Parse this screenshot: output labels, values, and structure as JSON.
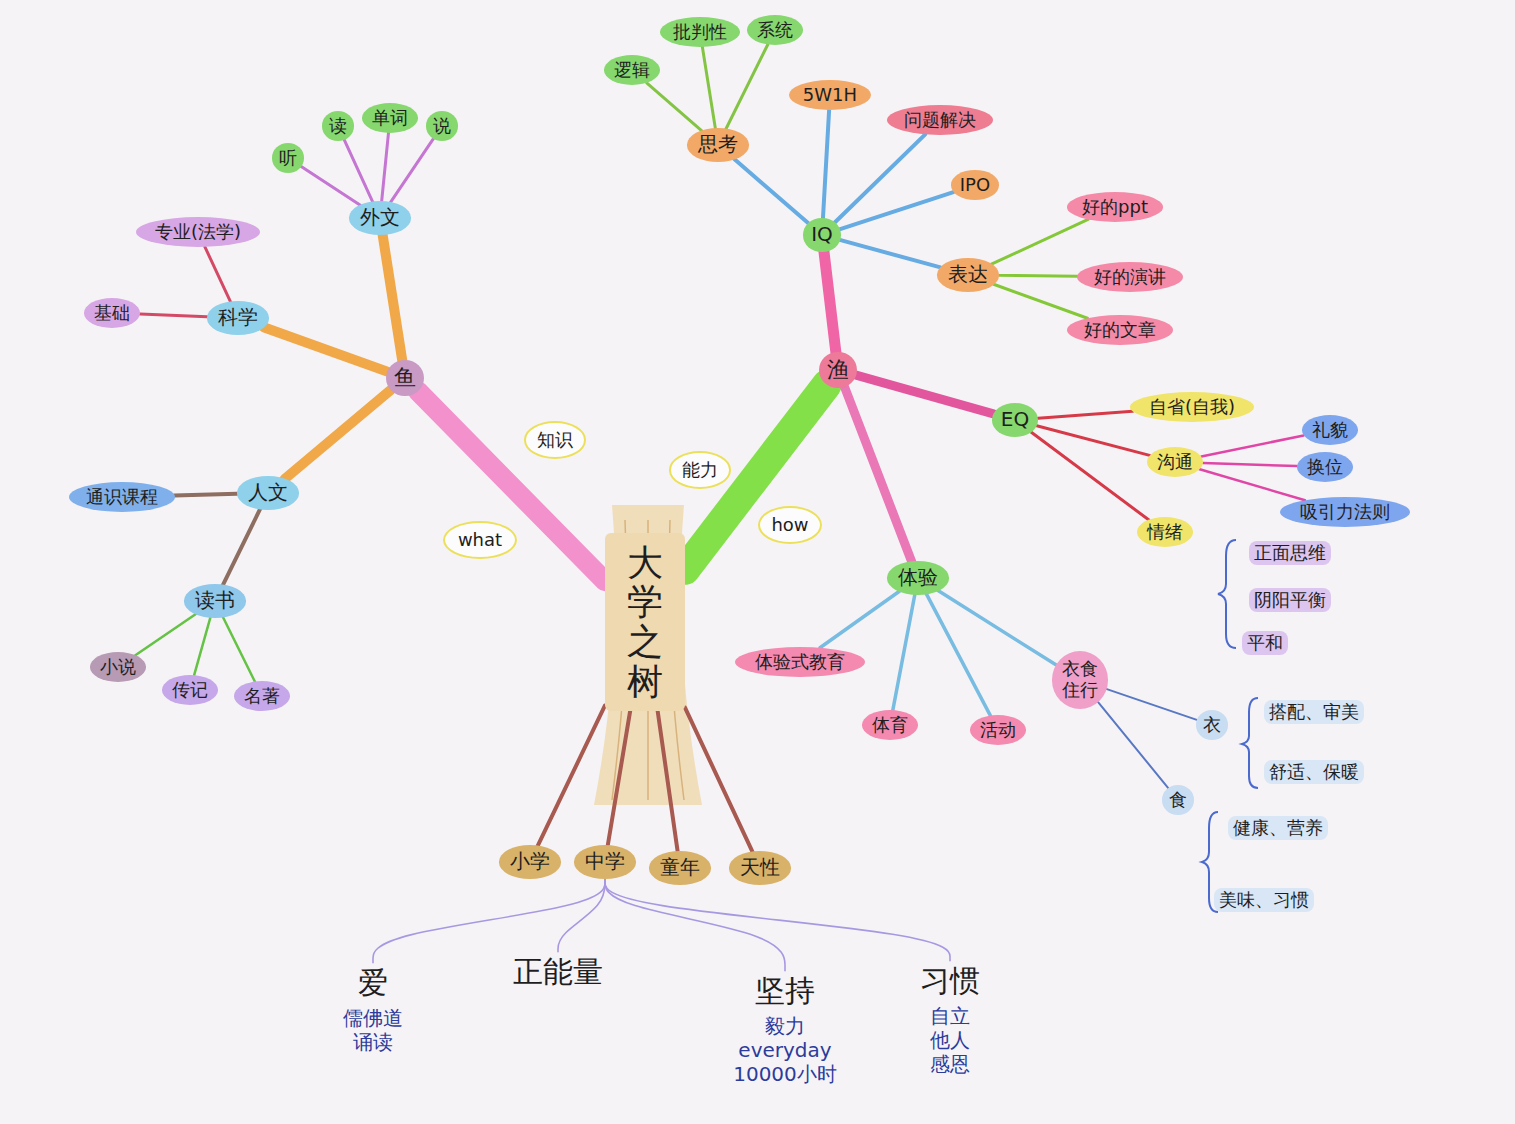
{
  "diagram": {
    "nodes": [
      {
        "text": [
          "大学之树"
        ]
      },
      {
        "text": [
          "鱼"
        ]
      },
      {
        "text": [
          "外文"
        ]
      },
      {
        "text": [
          "听"
        ]
      },
      {
        "text": [
          "读"
        ]
      },
      {
        "text": [
          "单词"
        ]
      },
      {
        "text": [
          "说"
        ]
      },
      {
        "text": [
          "科学"
        ]
      },
      {
        "text": [
          "专业(法学)"
        ]
      },
      {
        "text": [
          "基础"
        ]
      },
      {
        "text": [
          "人文"
        ]
      },
      {
        "text": [
          "通识课程"
        ]
      },
      {
        "text": [
          "读书"
        ]
      },
      {
        "text": [
          "小说"
        ]
      },
      {
        "text": [
          "传记"
        ]
      },
      {
        "text": [
          "名著"
        ]
      },
      {
        "text": [
          "知识"
        ]
      },
      {
        "text": [
          "what"
        ]
      },
      {
        "text": [
          "能力"
        ]
      },
      {
        "text": [
          "how"
        ]
      },
      {
        "text": [
          "渔"
        ]
      },
      {
        "text": [
          "IQ"
        ]
      },
      {
        "text": [
          "思考"
        ]
      },
      {
        "text": [
          "逻辑"
        ]
      },
      {
        "text": [
          "批判性"
        ]
      },
      {
        "text": [
          "系统"
        ]
      },
      {
        "text": [
          "5W1H"
        ]
      },
      {
        "text": [
          "问题解决"
        ]
      },
      {
        "text": [
          "IPO"
        ]
      },
      {
        "text": [
          "表达"
        ]
      },
      {
        "text": [
          "好的ppt"
        ]
      },
      {
        "text": [
          "好的演讲"
        ]
      },
      {
        "text": [
          "好的文章"
        ]
      },
      {
        "text": [
          "EQ"
        ]
      },
      {
        "text": [
          "自省(自我)"
        ]
      },
      {
        "text": [
          "沟通"
        ]
      },
      {
        "text": [
          "礼貌"
        ]
      },
      {
        "text": [
          "换位"
        ]
      },
      {
        "text": [
          "吸引力法则"
        ]
      },
      {
        "text": [
          "情绪"
        ]
      },
      {
        "text": [
          "体验"
        ]
      },
      {
        "text": [
          "体验式教育"
        ]
      },
      {
        "text": [
          "体育"
        ]
      },
      {
        "text": [
          "活动"
        ]
      },
      {
        "text": [
          "衣食住行"
        ]
      },
      {
        "text": [
          "衣"
        ]
      },
      {
        "text": [
          "食"
        ]
      },
      {
        "text": [
          "小学"
        ]
      },
      {
        "text": [
          "中学"
        ]
      },
      {
        "text": [
          "童年"
        ]
      },
      {
        "text": [
          "天性"
        ]
      },
      {
        "text": [
          "爱",
          "儒佛道 诵读"
        ]
      },
      {
        "text": [
          "正能量"
        ]
      },
      {
        "text": [
          "坚持",
          "毅力 everyday 10000小时"
        ]
      },
      {
        "text": [
          "习惯",
          "自立 他人 感恩"
        ]
      }
    ],
    "edges": [
      {
        "from": 0,
        "to": 1,
        "arrow": "none"
      },
      {
        "from": 1,
        "to": 2,
        "arrow": "none"
      },
      {
        "from": 2,
        "to": 3,
        "arrow": "none"
      },
      {
        "from": 2,
        "to": 4,
        "arrow": "none"
      },
      {
        "from": 2,
        "to": 5,
        "arrow": "none"
      },
      {
        "from": 2,
        "to": 6,
        "arrow": "none"
      },
      {
        "from": 1,
        "to": 7,
        "arrow": "none"
      },
      {
        "from": 7,
        "to": 8,
        "arrow": "none"
      },
      {
        "from": 7,
        "to": 9,
        "arrow": "none"
      },
      {
        "from": 1,
        "to": 10,
        "arrow": "none"
      },
      {
        "from": 10,
        "to": 11,
        "arrow": "none"
      },
      {
        "from": 10,
        "to": 12,
        "arrow": "none"
      },
      {
        "from": 12,
        "to": 13,
        "arrow": "none"
      },
      {
        "from": 12,
        "to": 14,
        "arrow": "none"
      },
      {
        "from": 12,
        "to": 15,
        "arrow": "none"
      },
      {
        "from": 0,
        "to": 20,
        "arrow": "none"
      },
      {
        "from": 20,
        "to": 21,
        "arrow": "none"
      },
      {
        "from": 21,
        "to": 22,
        "arrow": "none"
      },
      {
        "from": 22,
        "to": 23,
        "arrow": "none"
      },
      {
        "from": 22,
        "to": 24,
        "arrow": "none"
      },
      {
        "from": 22,
        "to": 25,
        "arrow": "none"
      },
      {
        "from": 21,
        "to": 26,
        "arrow": "none"
      },
      {
        "from": 21,
        "to": 27,
        "arrow": "none"
      },
      {
        "from": 21,
        "to": 28,
        "arrow": "none"
      },
      {
        "from": 21,
        "to": 29,
        "arrow": "none"
      },
      {
        "from": 29,
        "to": 30,
        "arrow": "none"
      },
      {
        "from": 29,
        "to": 31,
        "arrow": "none"
      },
      {
        "from": 29,
        "to": 32,
        "arrow": "none"
      },
      {
        "from": 20,
        "to": 33,
        "arrow": "none"
      },
      {
        "from": 33,
        "to": 34,
        "arrow": "none"
      },
      {
        "from": 33,
        "to": 35,
        "arrow": "none"
      },
      {
        "from": 35,
        "to": 36,
        "arrow": "none"
      },
      {
        "from": 35,
        "to": 37,
        "arrow": "none"
      },
      {
        "from": 35,
        "to": 38,
        "arrow": "none"
      },
      {
        "from": 33,
        "to": 39,
        "arrow": "none"
      },
      {
        "from": 20,
        "to": 40,
        "arrow": "none"
      },
      {
        "from": 40,
        "to": 41,
        "arrow": "none"
      },
      {
        "from": 40,
        "to": 42,
        "arrow": "none"
      },
      {
        "from": 40,
        "to": 43,
        "arrow": "none"
      },
      {
        "from": 40,
        "to": 44,
        "arrow": "none"
      },
      {
        "from": 44,
        "to": 45,
        "arrow": "none"
      },
      {
        "from": 44,
        "to": 46,
        "arrow": "none"
      },
      {
        "from": 0,
        "to": 47,
        "arrow": "none"
      },
      {
        "from": 0,
        "to": 48,
        "arrow": "none"
      },
      {
        "from": 0,
        "to": 49,
        "arrow": "none"
      },
      {
        "from": 0,
        "to": 50,
        "arrow": "none"
      },
      {
        "from": 48,
        "to": 51,
        "arrow": "none"
      },
      {
        "from": 48,
        "to": 52,
        "arrow": "none"
      },
      {
        "from": 48,
        "to": 53,
        "arrow": "none"
      },
      {
        "from": 48,
        "to": 54,
        "arrow": "none"
      }
    ],
    "labels": [
      "正面思维",
      "阴阳平衡",
      "平和",
      "搭配、审美",
      "舒适、保暖",
      "健康、营养",
      "美味、习惯"
    ]
  }
}
